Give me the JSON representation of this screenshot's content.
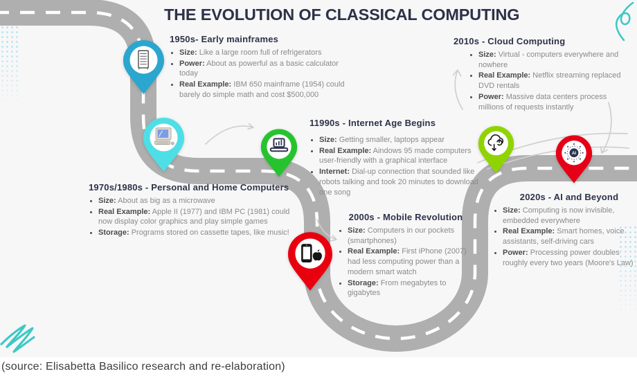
{
  "title": "THE EVOLUTION OF CLASSICAL COMPUTING",
  "source_caption": "(source: Elisabetta Basilico research and re-elaboration)",
  "colors": {
    "title_navy": "#2D3248",
    "road_gray": "#AFAFAF",
    "road_dash": "#FFFFFF",
    "teal_accent": "#3EC9C5",
    "dot_blue": "#9ADCEE",
    "arrow_gray": "#CFCFCF"
  },
  "milestones": [
    {
      "heading": "1950s- Early mainframes",
      "pin_color": "#2BA6CE",
      "icon": "mainframe-icon",
      "bullets": [
        {
          "label": "Size:",
          "text": "Like a large room full of refrigerators"
        },
        {
          "label": "Power:",
          "text": "About as powerful as a basic calculator today"
        },
        {
          "label": "Real Example:",
          "text": "IBM 650 mainframe (1954) could barely do simple math and cost $500,000"
        }
      ]
    },
    {
      "heading": "1970s/1980s - Personal and Home Computers",
      "pin_color": "#4EDFE6",
      "icon": "retro-computer-icon",
      "bullets": [
        {
          "label": "Size:",
          "text": "About as big as a microwave"
        },
        {
          "label": "Real Example:",
          "text": "Apple II (1977) and IBM PC (1981) could now display color graphics and play simple games"
        },
        {
          "label": "Storage:",
          "text": "Programs stored on cassette tapes, like music!"
        }
      ]
    },
    {
      "heading": "11990s - Internet Age Begins",
      "pin_color": "#27C32F",
      "icon": "laptop-icon",
      "bullets": [
        {
          "label": "Size:",
          "text": "Getting smaller, laptops appear"
        },
        {
          "label": "Real Example:",
          "text": "Aindows 95 made computers user-friendly with a graphical interface"
        },
        {
          "label": "Internet:",
          "text": "Dial-up connection that sounded like robots talking and took 20 minutes to download one song"
        }
      ]
    },
    {
      "heading": "2000s - Mobile Revolution",
      "pin_color": "#E8000F",
      "icon": "smartphone-icon",
      "bullets": [
        {
          "label": "Size:",
          "text": "Computers in our pockets (smartphones)"
        },
        {
          "label": "Real Example:",
          "text": "First iPhone (2007) had less computing power than a modern smart watch"
        },
        {
          "label": "Storage:",
          "text": "From megabytes to gigabytes"
        }
      ]
    },
    {
      "heading": "2010s - Cloud Computing",
      "pin_color": "#8FD402",
      "icon": "cloud-upload-icon",
      "bullets": [
        {
          "label": "Size:",
          "text": "Virtual - computers everywhere and nowhere"
        },
        {
          "label": "Real Example:",
          "text": "Netflix streaming replaced DVD rentals"
        },
        {
          "label": "Power:",
          "text": "Massive data centers process millions of requests instantly"
        }
      ]
    },
    {
      "heading": "2020s - AI and Beyond",
      "pin_color": "#E50017",
      "icon": "ai-chip-icon",
      "icon_text": "AI",
      "bullets": [
        {
          "label": "Size:",
          "text": "Computing is now invisible, embedded everywhere"
        },
        {
          "label": "Real Example:",
          "text": "Smart homes, voice assistants, self-driving cars"
        },
        {
          "label": "Power:",
          "text": "Processing power doubles roughly every two years (Moore's Law)"
        }
      ]
    }
  ]
}
